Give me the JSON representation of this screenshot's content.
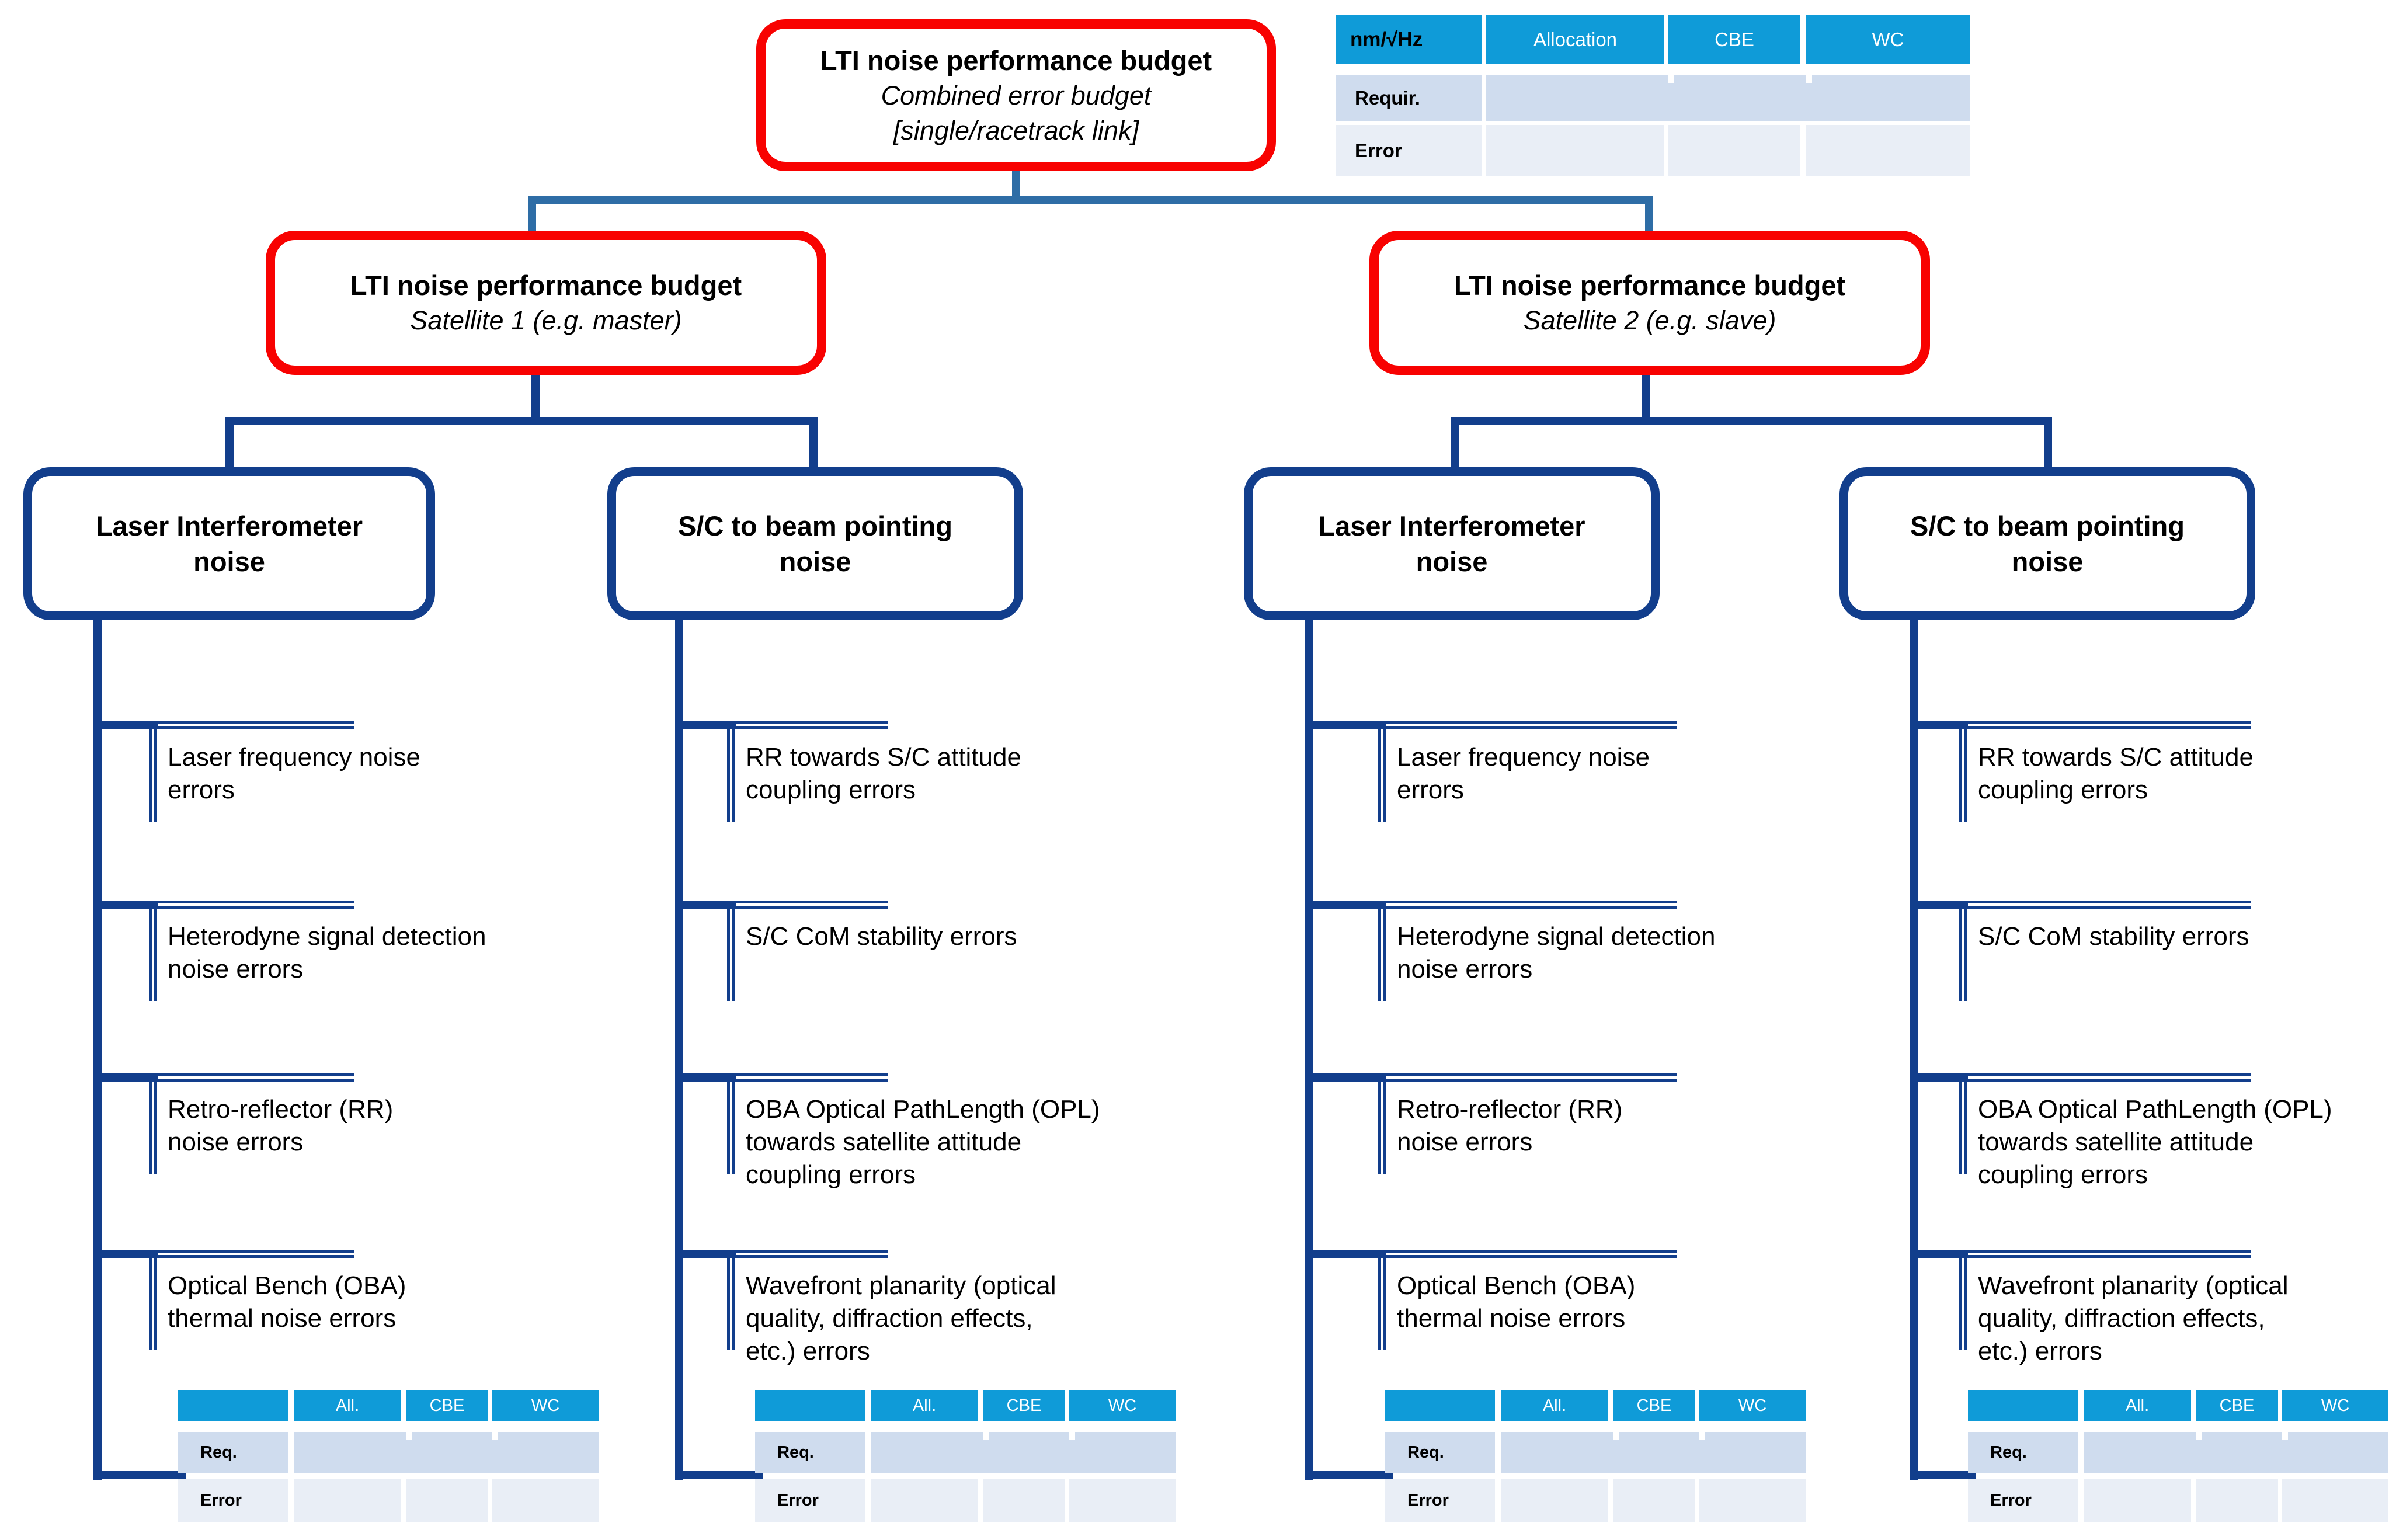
{
  "colors": {
    "red": "#f80201",
    "navy": "#123e8c",
    "steel": "#2e6da6",
    "table_header_blue": "#0f9bd8",
    "row_requirement_bg": "#cfdcee",
    "row_error_bg": "#e9eef6"
  },
  "root": {
    "title": "LTI noise performance budget",
    "line2": "Combined error budget",
    "line3": "[single/racetrack link]"
  },
  "summary_table": {
    "headers": [
      "nm/√Hz",
      "Allocation",
      "CBE",
      "WC"
    ],
    "rows": [
      "Requir.",
      "Error"
    ]
  },
  "satellites": [
    {
      "title": "LTI noise performance budget",
      "subtitle": "Satellite 1 (e.g. master)"
    },
    {
      "title": "LTI noise performance budget",
      "subtitle": "Satellite 2 (e.g. slave)"
    }
  ],
  "categories": [
    {
      "title": "Laser Interferometer\nnoise",
      "leaves": [
        "Laser frequency noise\nerrors",
        "Heterodyne signal detection\nnoise errors",
        "Retro-reflector (RR)\nnoise errors",
        "Optical Bench (OBA)\nthermal noise errors"
      ]
    },
    {
      "title": "S/C to beam pointing\nnoise",
      "leaves": [
        "RR towards S/C attitude\ncoupling errors",
        "S/C CoM stability errors",
        "OBA Optical PathLength (OPL)\ntowards satellite attitude\ncoupling errors",
        "Wavefront planarity (optical\nquality, diffraction effects,\netc.) errors"
      ]
    },
    {
      "title": "Laser Interferometer\nnoise",
      "leaves": [
        "Laser frequency noise\nerrors",
        "Heterodyne signal detection\nnoise errors",
        "Retro-reflector (RR)\nnoise errors",
        "Optical Bench (OBA)\nthermal noise errors"
      ]
    },
    {
      "title": "S/C to beam pointing\nnoise",
      "leaves": [
        "RR towards S/C attitude\ncoupling errors",
        "S/C CoM stability errors",
        "OBA Optical PathLength (OPL)\ntowards satellite attitude\ncoupling errors",
        "Wavefront planarity (optical\nquality, diffraction effects,\netc.) errors"
      ]
    }
  ],
  "mini_table": {
    "headers": [
      "",
      "All.",
      "CBE",
      "WC"
    ],
    "rows": [
      "Req.",
      "Error"
    ]
  }
}
